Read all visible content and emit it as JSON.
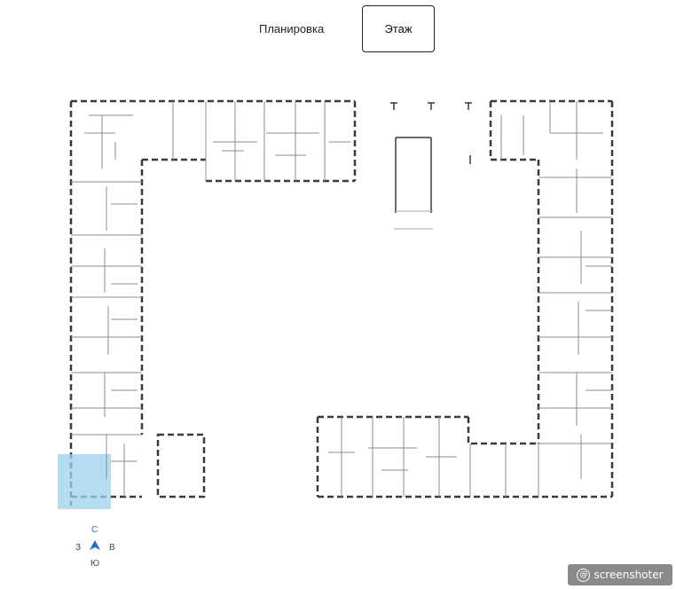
{
  "tabs": {
    "layout_label": "Планировка",
    "floor_label": "Этаж"
  },
  "colors": {
    "wall": "#3a3a3a",
    "partition": "#8c8c8c",
    "highlight": "#9ed0f0",
    "compass_arrow": "#1a6fd6"
  },
  "compass": {
    "north": "С",
    "west": "З",
    "east": "В",
    "south": "Ю",
    "icon": "compass-arrow-icon"
  },
  "watermark": {
    "icon": "camera-at-icon",
    "text": "screenshoter"
  }
}
